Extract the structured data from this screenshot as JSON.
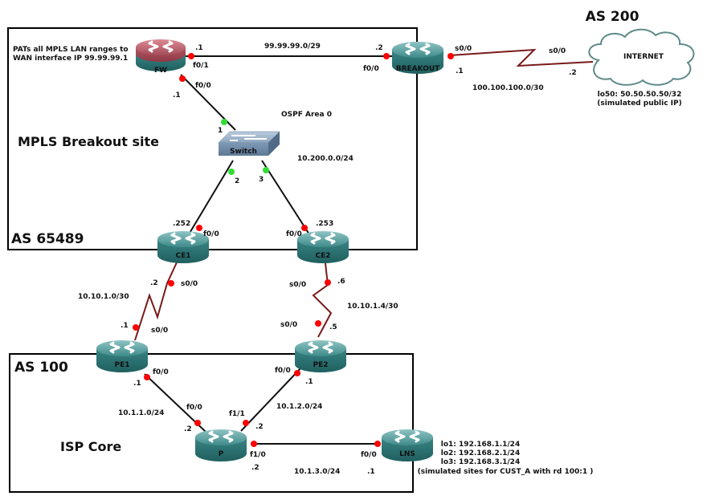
{
  "regions": {
    "mpls_site": {
      "as_label": "AS 65489",
      "title": "MPLS Breakout site"
    },
    "isp_core": {
      "as_label": "AS 100",
      "title": "ISP Core"
    },
    "internet": {
      "as_label": "AS 200",
      "cloud_label": "INTERNET",
      "note_line1": "lo50: 50.50.50.50/32",
      "note_line2": "(simulated public IP)"
    }
  },
  "notes": {
    "fw_line1": "PATs all MPLS LAN ranges to",
    "fw_line2": "WAN interface IP 99.99.99.1",
    "ospf": "OSPF Area 0",
    "lns_line1": "lo1: 192.168.1.1/24",
    "lns_line2": "lo2: 192.168.2.1/24",
    "lns_line3": "lo3: 192.168.3.1/24",
    "lns_line4": "(simulated sites for CUST_A with rd 100:1 )"
  },
  "devices": {
    "fw": {
      "name": "FW",
      "type": "firewall-router"
    },
    "breakout": {
      "name": "BREAKOUT",
      "type": "router"
    },
    "switch": {
      "name": "Switch",
      "type": "switch"
    },
    "ce1": {
      "name": "CE1",
      "type": "router"
    },
    "ce2": {
      "name": "CE2",
      "type": "router"
    },
    "pe1": {
      "name": "PE1",
      "type": "router"
    },
    "pe2": {
      "name": "PE2",
      "type": "router"
    },
    "p": {
      "name": "P",
      "type": "router"
    },
    "lns": {
      "name": "LNS",
      "type": "router"
    }
  },
  "links": {
    "fw_breakout": {
      "subnet": "99.99.99.0/29",
      "a_if": "f0/1",
      "a_ip": ".1",
      "b_if": "f0/0",
      "b_ip": ".2"
    },
    "breakout_internet": {
      "subnet": "100.100.100.0/30",
      "a_if": "s0/0",
      "a_ip": ".1",
      "b_if": "s0/0",
      "b_ip": ".2"
    },
    "fw_switch": {
      "a_if": "f0/0",
      "a_ip": ".1",
      "b_port": "1"
    },
    "switch_lan": {
      "subnet": "10.200.0.0/24"
    },
    "switch_ce1": {
      "b_port": "2",
      "a_if": "f0/0",
      "a_ip": ".252"
    },
    "switch_ce2": {
      "b_port": "3",
      "a_if": "f0/0",
      "a_ip": ".253"
    },
    "ce1_pe1": {
      "subnet": "10.10.1.0/30",
      "a_if": "s0/0",
      "a_ip": ".2",
      "b_if": "s0/0",
      "b_ip": ".1"
    },
    "ce2_pe2": {
      "subnet": "10.10.1.4/30",
      "a_if": "s0/0",
      "a_ip": ".6",
      "b_if": "s0/0",
      "b_ip": ".5"
    },
    "pe1_p": {
      "subnet": "10.1.1.0/24",
      "a_if": "f0/0",
      "a_ip": ".1",
      "b_if": "f0/0",
      "b_ip": ".2"
    },
    "pe2_p": {
      "subnet": "10.1.2.0/24",
      "a_if": "f0/0",
      "a_ip": ".1",
      "b_if": "f1/1",
      "b_ip": ".2"
    },
    "p_lns": {
      "subnet": "10.1.3.0/24",
      "a_if": "f1/0",
      "a_ip": ".2",
      "b_if": "f0/0",
      "b_ip": ".1"
    }
  },
  "colors": {
    "router_teal": "#2f7f7f",
    "router_top": "#5aa0a0",
    "firewall_top": "#b05a66",
    "serial_link": "#7a1a1a",
    "ethernet_link": "#111111",
    "interface_dot": "#ff0000",
    "switch_port_dot": "#33dd33",
    "switch_body": "#7f9bb8"
  }
}
